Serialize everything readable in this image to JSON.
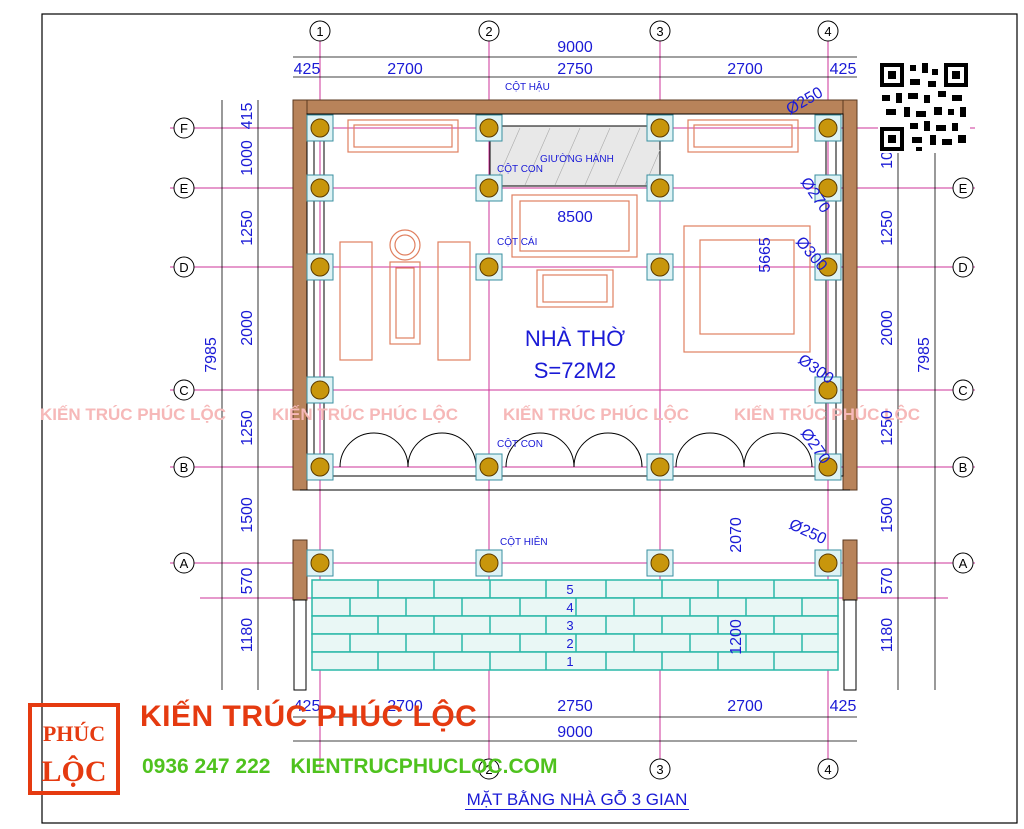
{
  "drawing": {
    "title": "MẶT BẰNG  NHÀ GỖ 3 GIAN",
    "room_name": "NHÀ THỜ",
    "room_area": "S=72M2",
    "watermark": "KIẾN TRÚC PHÚC LỘC",
    "axes_x": [
      "1",
      "2",
      "3",
      "4"
    ],
    "axes_y": [
      "F",
      "E",
      "D",
      "C",
      "B",
      "A"
    ],
    "dims_top": [
      "425",
      "2700",
      "2750",
      "2700",
      "425"
    ],
    "dims_total": "9000",
    "dims_left": [
      "415",
      "1000",
      "1250",
      "2000",
      "1250",
      "1500",
      "570",
      "1180"
    ],
    "dims_left_total": "7985",
    "dims_right": [
      "10",
      "1250",
      "2000",
      "1250",
      "1500",
      "570",
      "1180"
    ],
    "dims_right_total": "7985",
    "dim_inner_width": "8500",
    "dim_5665": "5665",
    "dim_2070": "2070",
    "dim_1200": "1200",
    "diameters": [
      "Ø250",
      "Ø270",
      "Ø300",
      "Ø300",
      "Ø270",
      "Ø250"
    ],
    "labels": {
      "cot_hau": "CỘT HẬU",
      "giuong_hanh": "GIƯỜNG HÀNH",
      "cot_con_top": "CỘT CON",
      "cot_cai": "CỘT CÁI",
      "cot_con_bottom": "CỘT CON",
      "cot_hien": "CỘT HIÊN"
    },
    "steps": [
      "5",
      "4",
      "3",
      "2",
      "1"
    ]
  },
  "brand": {
    "name": "KIẾN TRÚC PHÚC LỘC",
    "phone": "0936 247 222",
    "website": "KIENTRUCPHUCLOC.COM",
    "logo_top": "PHÚC",
    "logo_bottom": "LỘC"
  },
  "colors": {
    "dimension": "#1a1ad6",
    "grid": "#cc3399",
    "wall": "#b8835a",
    "column": "#c8960c",
    "brand": "#e53a10",
    "contact": "#4fc21e",
    "steps": "#2ab8a8"
  }
}
